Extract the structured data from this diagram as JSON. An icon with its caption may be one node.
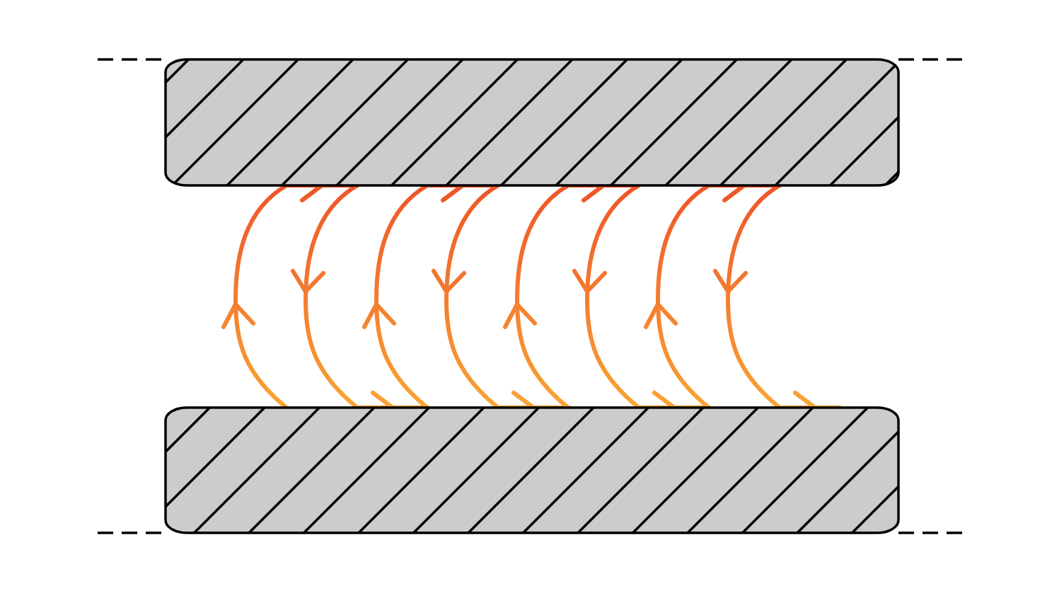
{
  "diagram": {
    "nodes": [
      {
        "text": [],
        "shape": "bar"
      },
      {
        "text": [],
        "shape": "bar"
      }
    ],
    "edges": [
      {
        "from": 1,
        "to": 0,
        "arrow": "to"
      },
      {
        "from": 0,
        "to": 1,
        "arrow": "to"
      },
      {
        "from": 1,
        "to": 0,
        "arrow": "to"
      },
      {
        "from": 0,
        "to": 1,
        "arrow": "to"
      },
      {
        "from": 1,
        "to": 0,
        "arrow": "to"
      },
      {
        "from": 0,
        "to": 1,
        "arrow": "to"
      },
      {
        "from": 1,
        "to": 0,
        "arrow": "to"
      },
      {
        "from": 0,
        "to": 1,
        "arrow": "to"
      }
    ]
  }
}
